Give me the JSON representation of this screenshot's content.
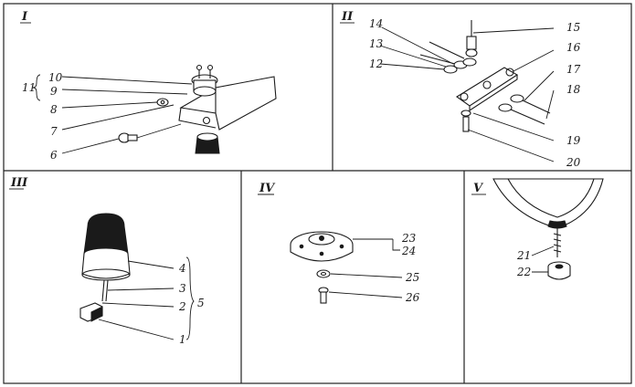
{
  "panels": [
    {
      "id": "I",
      "roman": "I",
      "labels": {
        "l11": "11",
        "l10": "10",
        "l9": "9",
        "l8": "8",
        "l7": "7",
        "l6": "6"
      }
    },
    {
      "id": "II",
      "roman": "II",
      "labels": {
        "l12": "12",
        "l13": "13",
        "l14": "14",
        "l15": "15",
        "l16": "16",
        "l17": "17",
        "l18": "18",
        "l19": "19",
        "l20": "20"
      }
    },
    {
      "id": "III",
      "roman": "III",
      "labels": {
        "l1": "1",
        "l2": "2",
        "l3": "3",
        "l4": "4",
        "l5": "5"
      }
    },
    {
      "id": "IV",
      "roman": "IV",
      "labels": {
        "l23": "23",
        "l24": "24",
        "l25": "25",
        "l26": "26"
      }
    },
    {
      "id": "V",
      "roman": "V",
      "labels": {
        "l21": "21",
        "l22": "22"
      }
    }
  ]
}
